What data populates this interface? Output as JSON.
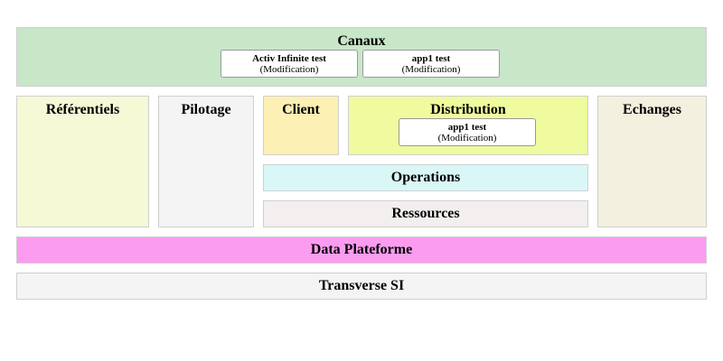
{
  "canaux": {
    "title": "Canaux",
    "apps": [
      {
        "name": "Activ Infinite test",
        "status": "(Modification)"
      },
      {
        "name": "app1 test",
        "status": "(Modification)"
      }
    ]
  },
  "referentiels": {
    "title": "Référentiels"
  },
  "pilotage": {
    "title": "Pilotage"
  },
  "client": {
    "title": "Client"
  },
  "distribution": {
    "title": "Distribution",
    "apps": [
      {
        "name": "app1 test",
        "status": "(Modification)"
      }
    ]
  },
  "echanges": {
    "title": "Echanges"
  },
  "operations": {
    "title": "Operations"
  },
  "ressources": {
    "title": "Ressources"
  },
  "data_plateforme": {
    "title": "Data Plateforme"
  },
  "transverse_si": {
    "title": "Transverse SI"
  },
  "colors": {
    "canaux": "#c8e6c8",
    "referentiels": "#f5f9d6",
    "pilotage": "#f4f4f4",
    "client": "#fdf0b5",
    "distribution": "#f0fa9e",
    "echanges": "#f4f0df",
    "operations": "#d9f7f7",
    "ressources": "#f3efef",
    "data_plateforme": "#fb9cf0",
    "transverse_si": "#f4f4f4"
  }
}
